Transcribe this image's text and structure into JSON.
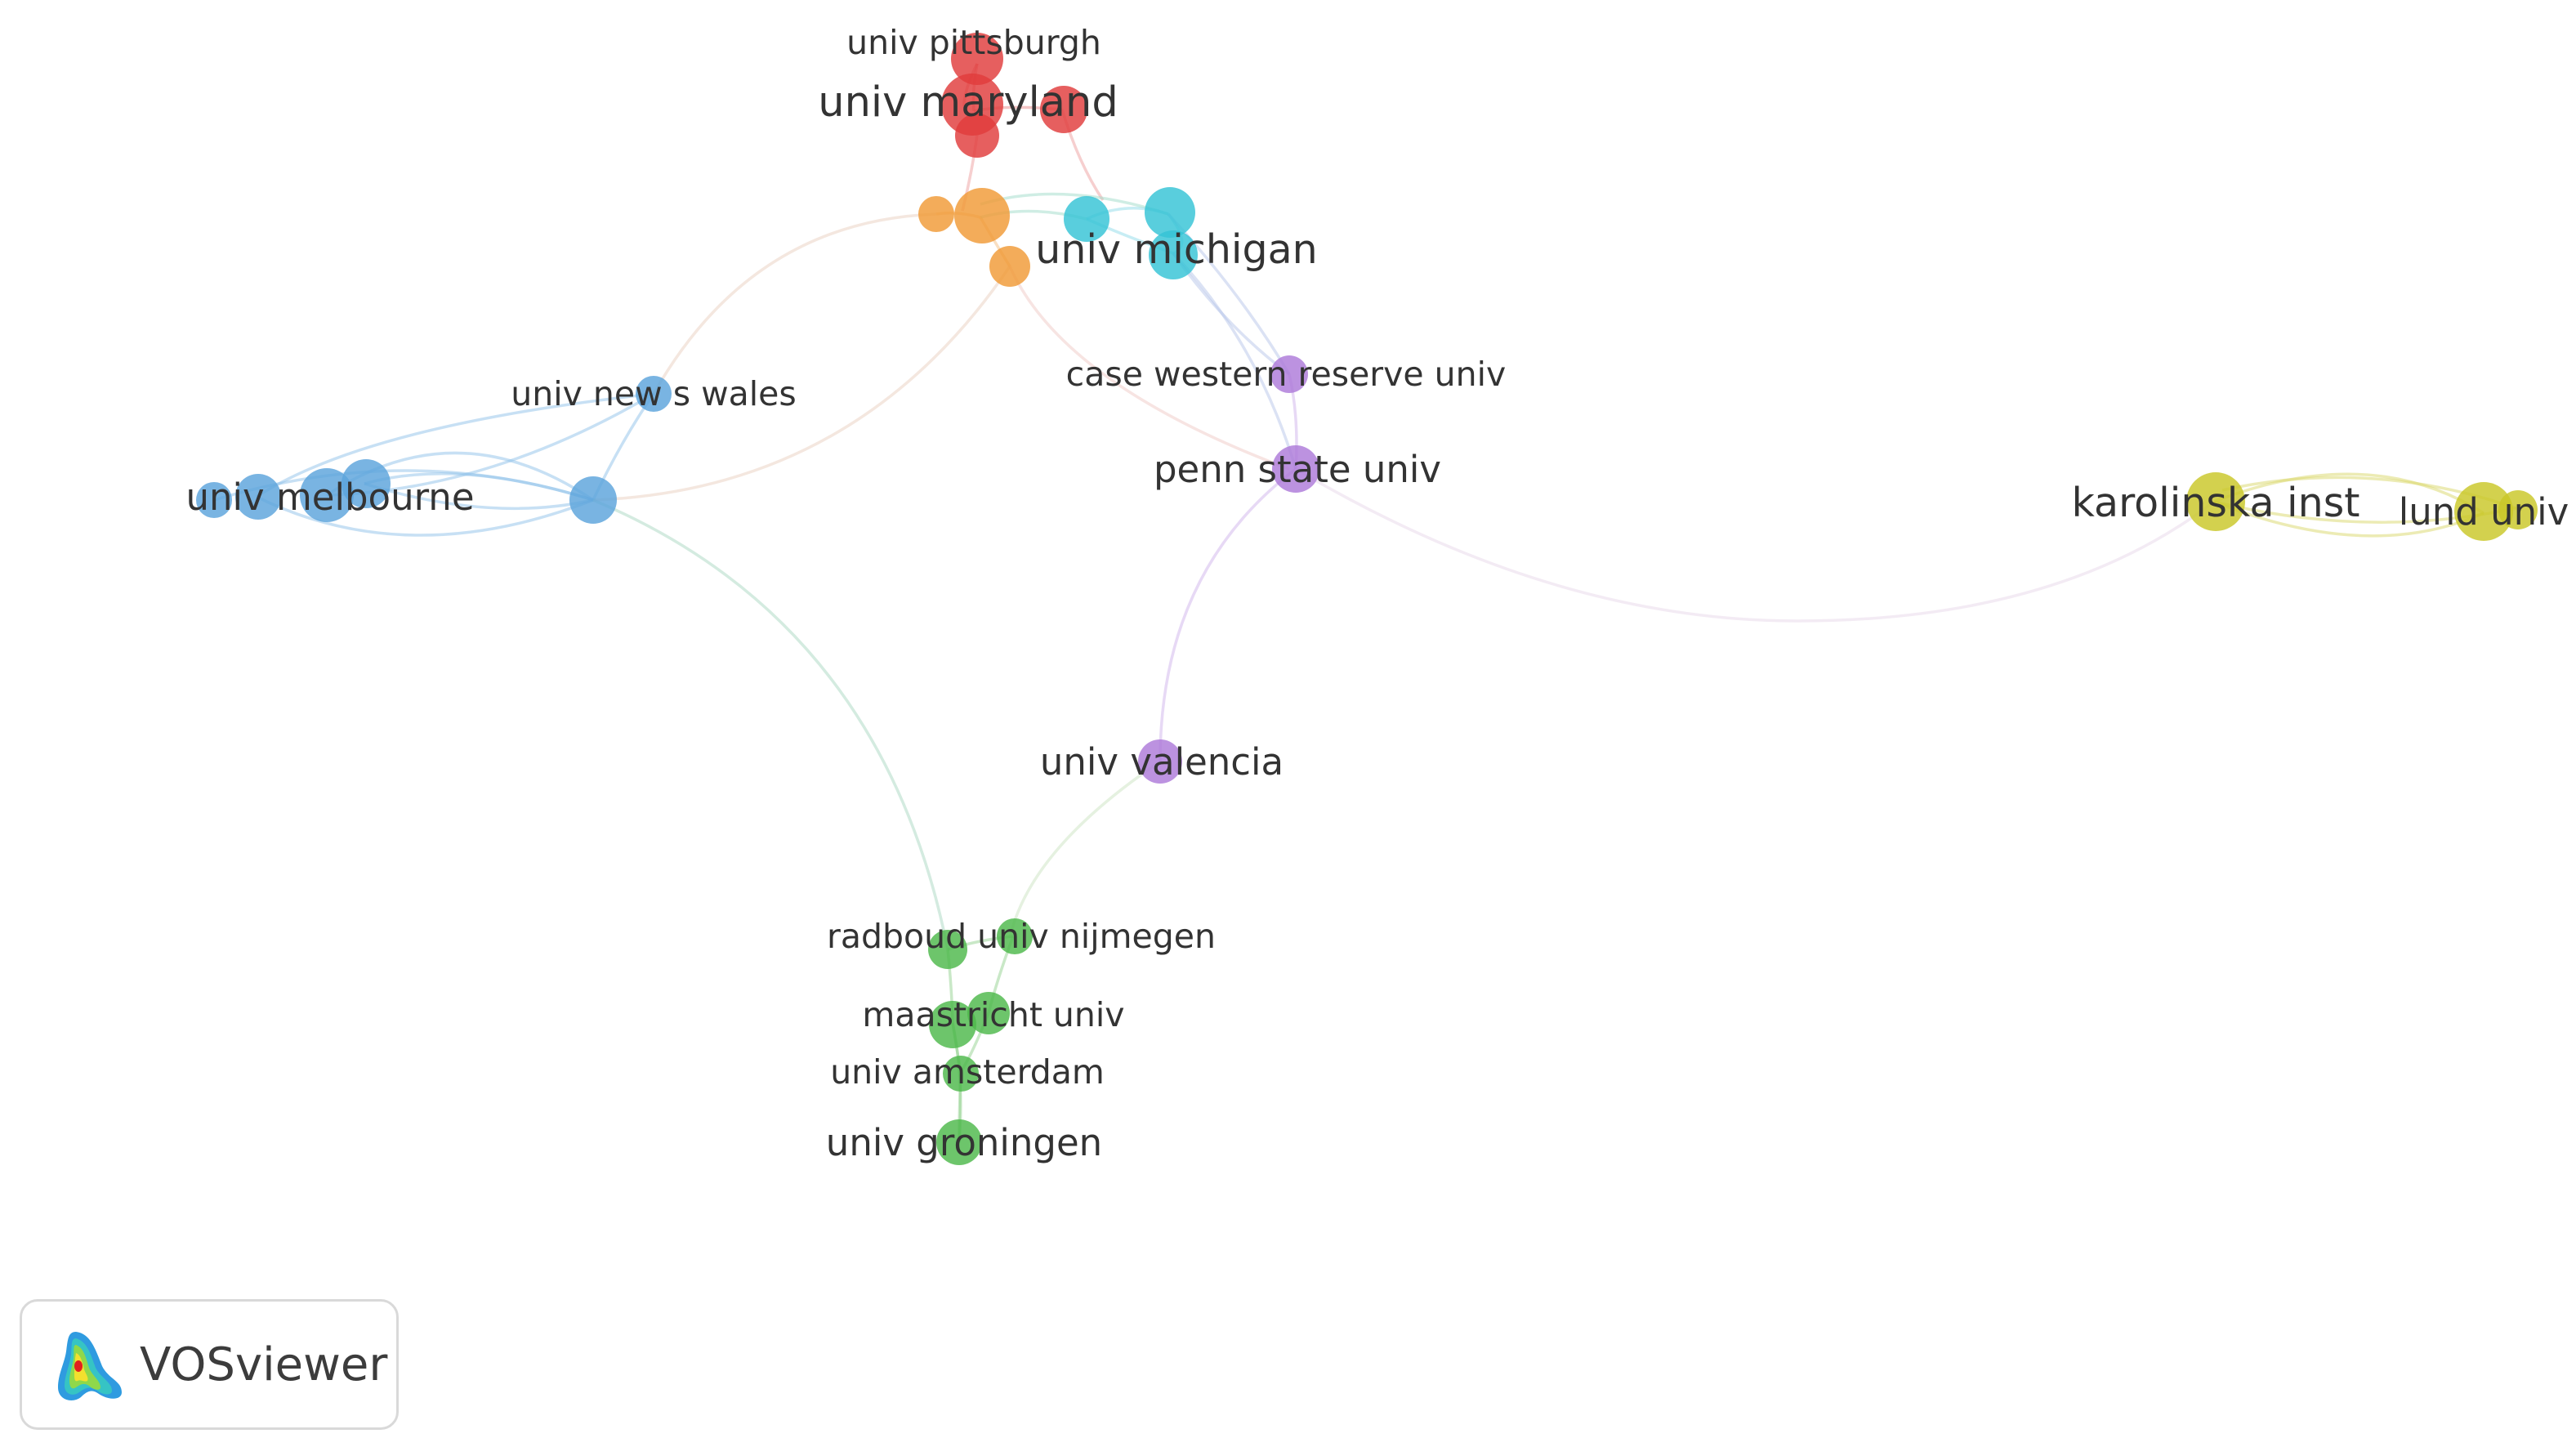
{
  "tool": {
    "brand_name": "VOSviewer",
    "logo_icon": "vosviewer-heatmap-icon"
  },
  "clusters": {
    "red": "#e03c3c",
    "orange": "#f09a36",
    "cyan": "#35c3d6",
    "blue": "#5ba4dc",
    "purple": "#ad7ad9",
    "yellow": "#c9c727",
    "green": "#4db84a"
  },
  "labels": {
    "univ_pittsburgh": "univ pittsburgh",
    "univ_maryland": "univ maryland",
    "univ_michigan": "univ michigan",
    "case_western_reserve_univ": "case western reserve univ",
    "univ_new_s_wales": "univ new s wales",
    "univ_melbourne": "univ melbourne",
    "penn_state_univ": "penn state univ",
    "karolinska_inst": "karolinska inst",
    "lund_univ": "lund univ",
    "univ_valencia": "univ valencia",
    "radboud_univ_nijmegen": "radboud univ nijmegen",
    "maastricht_univ": "maastricht univ",
    "univ_amsterdam": "univ amsterdam",
    "univ_groningen": "univ groningen"
  }
}
